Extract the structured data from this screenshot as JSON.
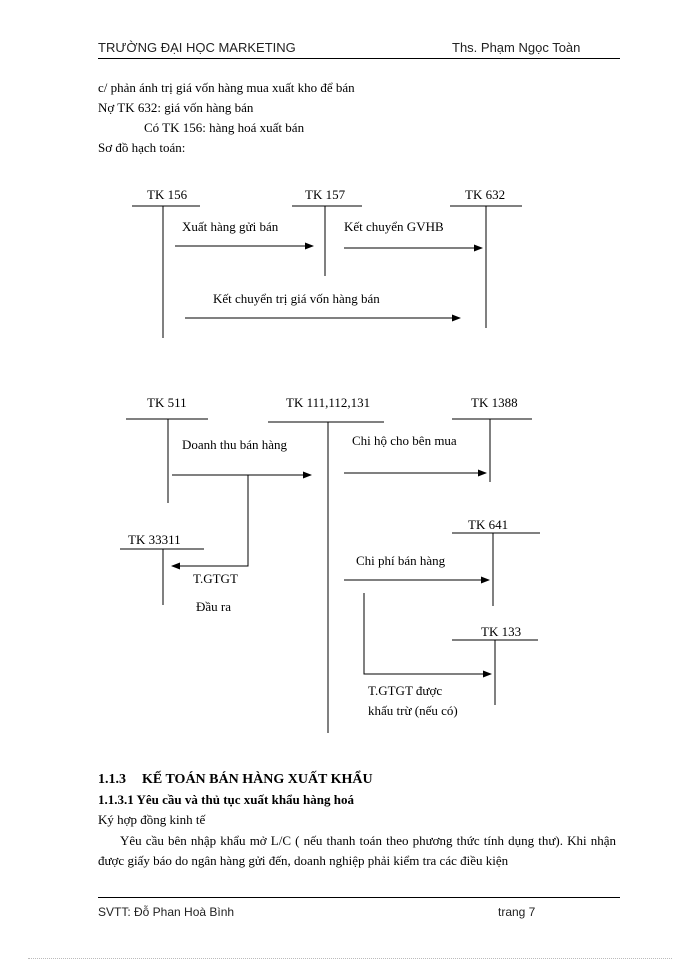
{
  "header": {
    "left": "TRƯỜNG ĐẠI HỌC MARKETING",
    "right": "Ths. Phạm Ngọc Toàn"
  },
  "intro": {
    "line1": "c/ phản ánh trị giá vốn hàng mua xuất kho để bán",
    "line2": "Nợ TK 632: giá vốn hàng bán",
    "line3": "Có TK 156: hàng hoá xuất bán",
    "line4": "Sơ đồ hạch toán:"
  },
  "diagram1": {
    "accounts": [
      "TK 156",
      "TK 157",
      "TK 632"
    ],
    "flows": [
      "Xuất hàng gửi bán",
      "Kết chuyển  GVHB",
      "Kết chuyển  trị  giá  vốn hàng bán"
    ]
  },
  "diagram2": {
    "accounts": [
      "TK 511",
      "TK 111,112,131",
      "TK 1388",
      "TK 33311",
      "TK 641",
      "TK 133"
    ],
    "flows": [
      "Doanh  thu bán hàng",
      "Chi hộ cho bên mua",
      "Chi phí bán hàng"
    ],
    "vat_out": [
      "T.GTGT",
      "Đầu ra"
    ],
    "vat_in": [
      "T.GTGT  được",
      "khấu trừ (nếu có)"
    ]
  },
  "section": {
    "heading_num": "1.1.3",
    "heading_title": "KẾ TOÁN BÁN HÀNG XUẤT KHẨU",
    "sub": "1.1.3.1 Yêu cầu và thủ tục xuất khẩu hàng hoá",
    "line1": "Ký hợp đồng kinh tế",
    "para": "Yêu cầu bên nhập khẩu mở L/C ( nếu thanh toán theo phương thức tính dụng thư). Khi nhận được giấy báo do ngân hàng gửi đến, doanh nghiệp phải kiểm tra các điều kiện"
  },
  "footer": {
    "left": "SVTT:  Đỗ Phan Hoà Bình",
    "right": "trang 7"
  }
}
